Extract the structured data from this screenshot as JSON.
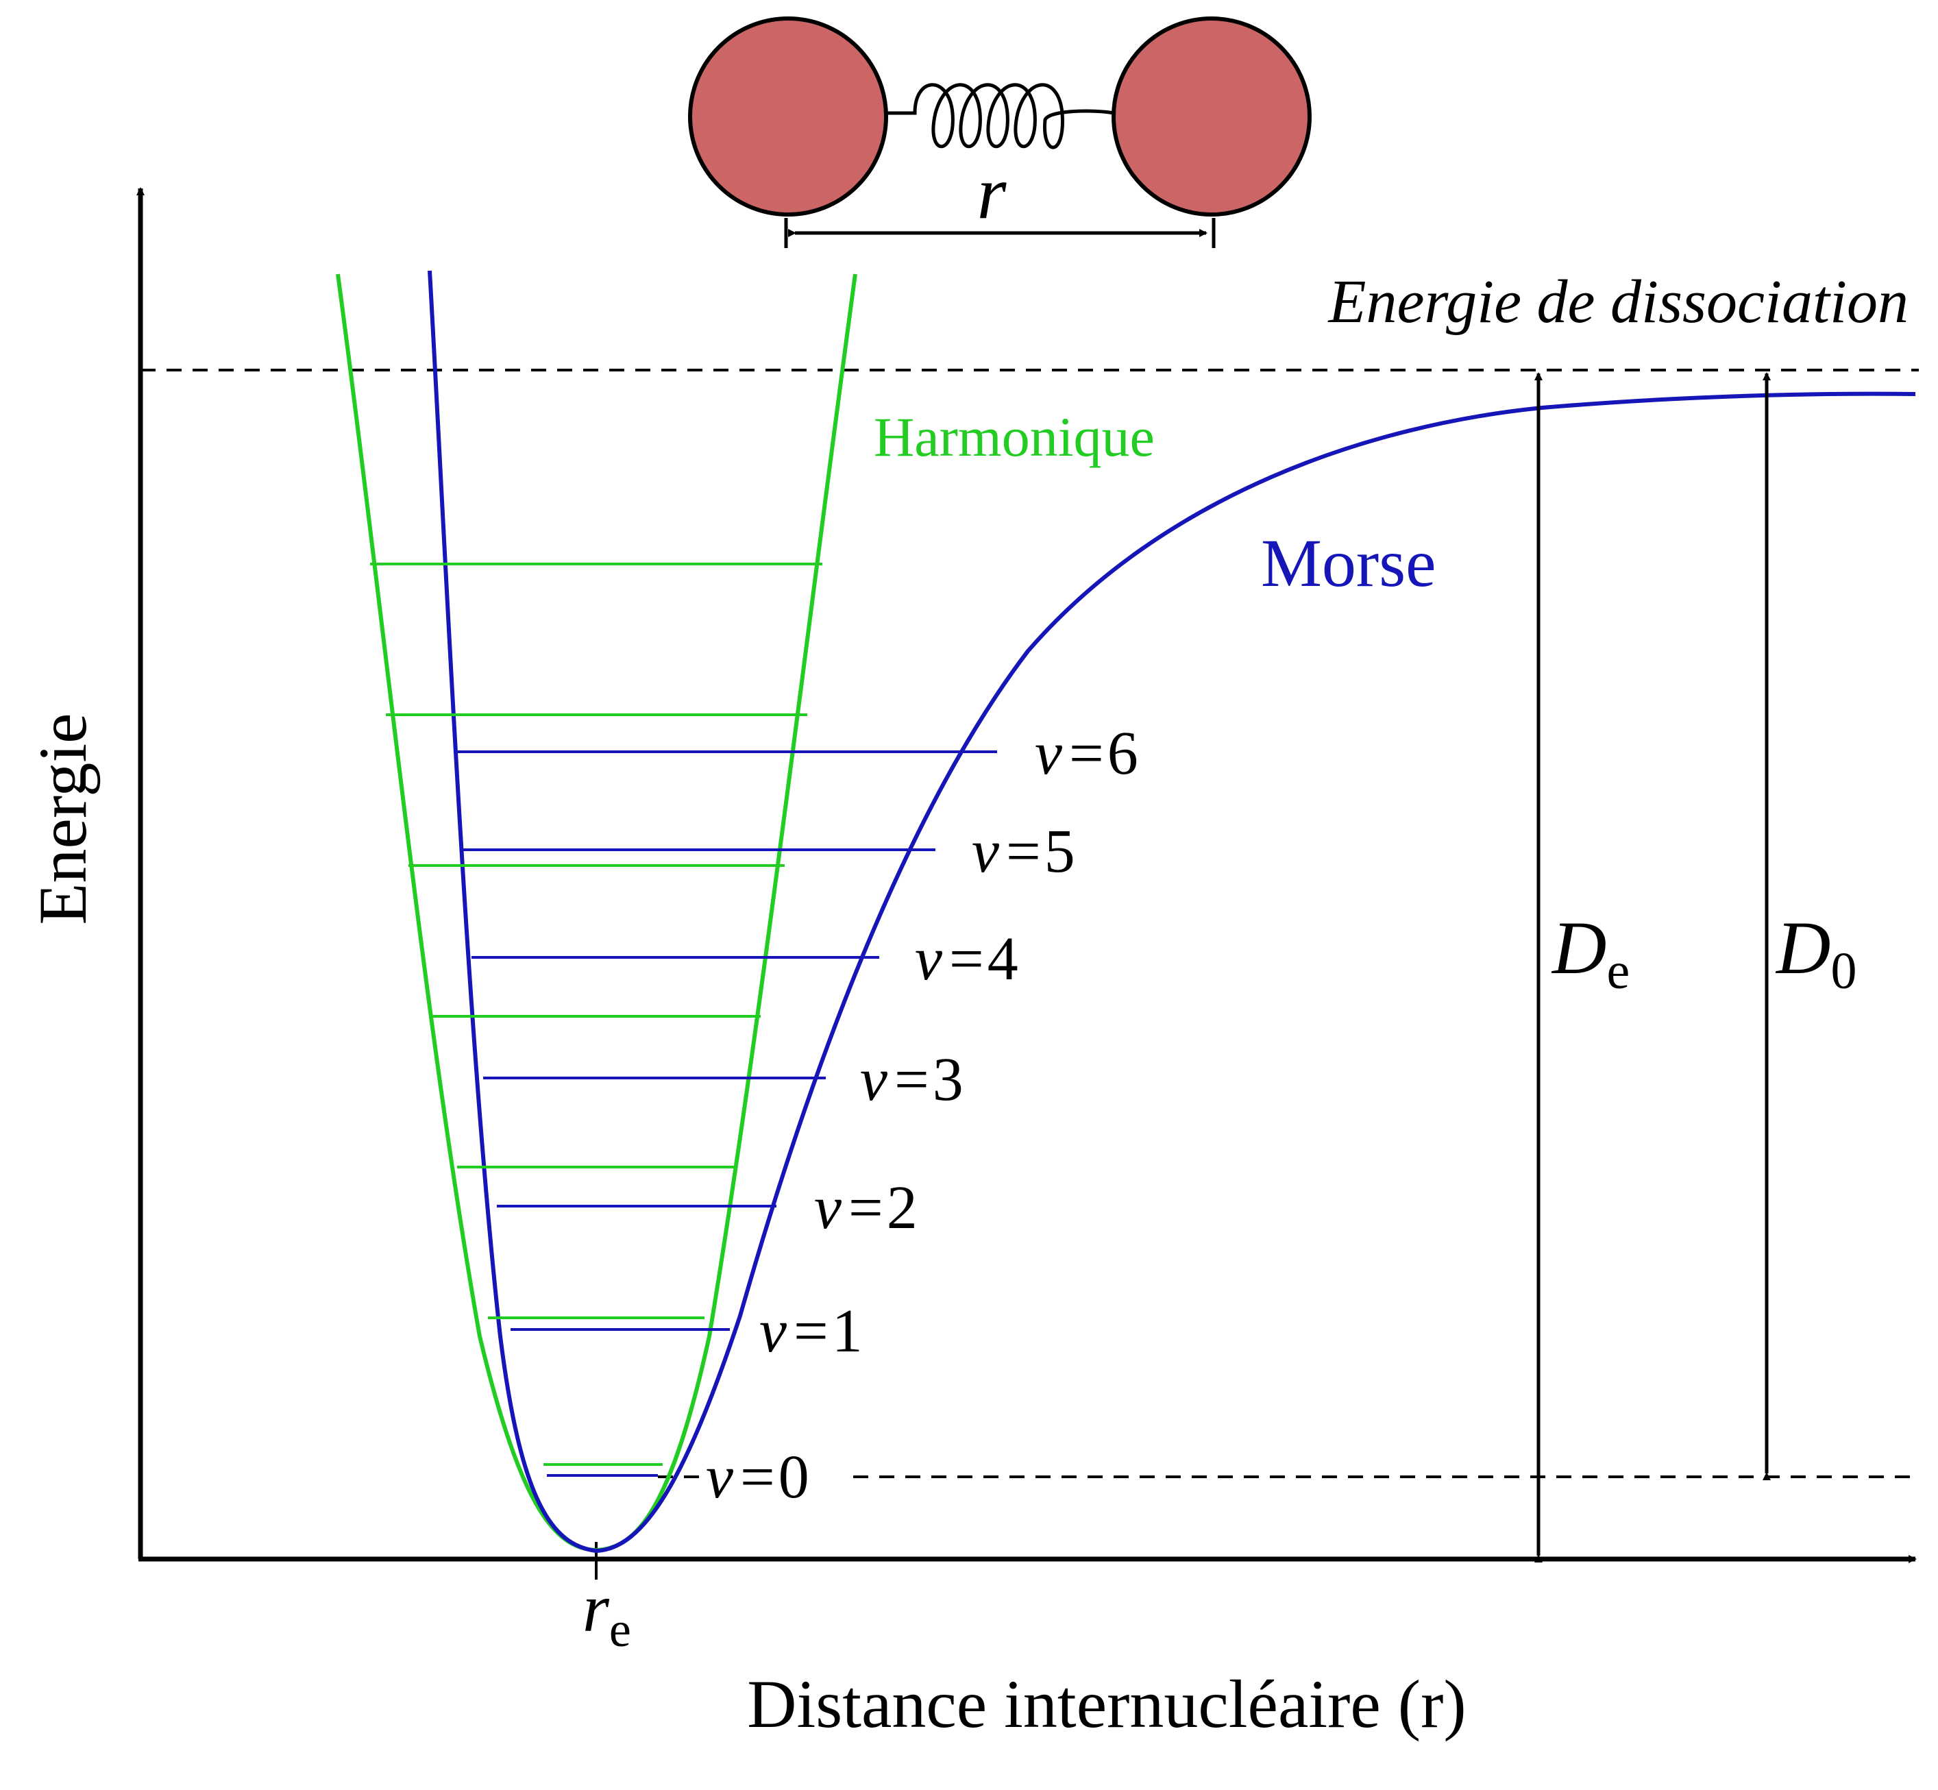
{
  "diagram": {
    "molecule": {
      "bond_label": "r"
    },
    "dissociation_label": "Energie de dissociation",
    "harmonic_label": "Harmonique",
    "morse_label": "Morse",
    "y_axis_label": "Energie",
    "x_axis_label": "Distance internucléaire (r)",
    "re_label": {
      "main": "r",
      "sub": "e"
    },
    "De_label": {
      "main": "D",
      "sub": "e"
    },
    "D0_label": {
      "main": "D",
      "sub": "0"
    },
    "levels": [
      {
        "v": "v",
        "eq": "=",
        "n": "0"
      },
      {
        "v": "v",
        "eq": "=",
        "n": "1"
      },
      {
        "v": "v",
        "eq": "=",
        "n": "2"
      },
      {
        "v": "v",
        "eq": "=",
        "n": "3"
      },
      {
        "v": "v",
        "eq": "=",
        "n": "4"
      },
      {
        "v": "v",
        "eq": "=",
        "n": "5"
      },
      {
        "v": "v",
        "eq": "=",
        "n": "6"
      }
    ],
    "colors": {
      "harmonic": "#22cc22",
      "morse": "#1515b8",
      "atom": "#cc6666",
      "axis": "#000000"
    }
  }
}
